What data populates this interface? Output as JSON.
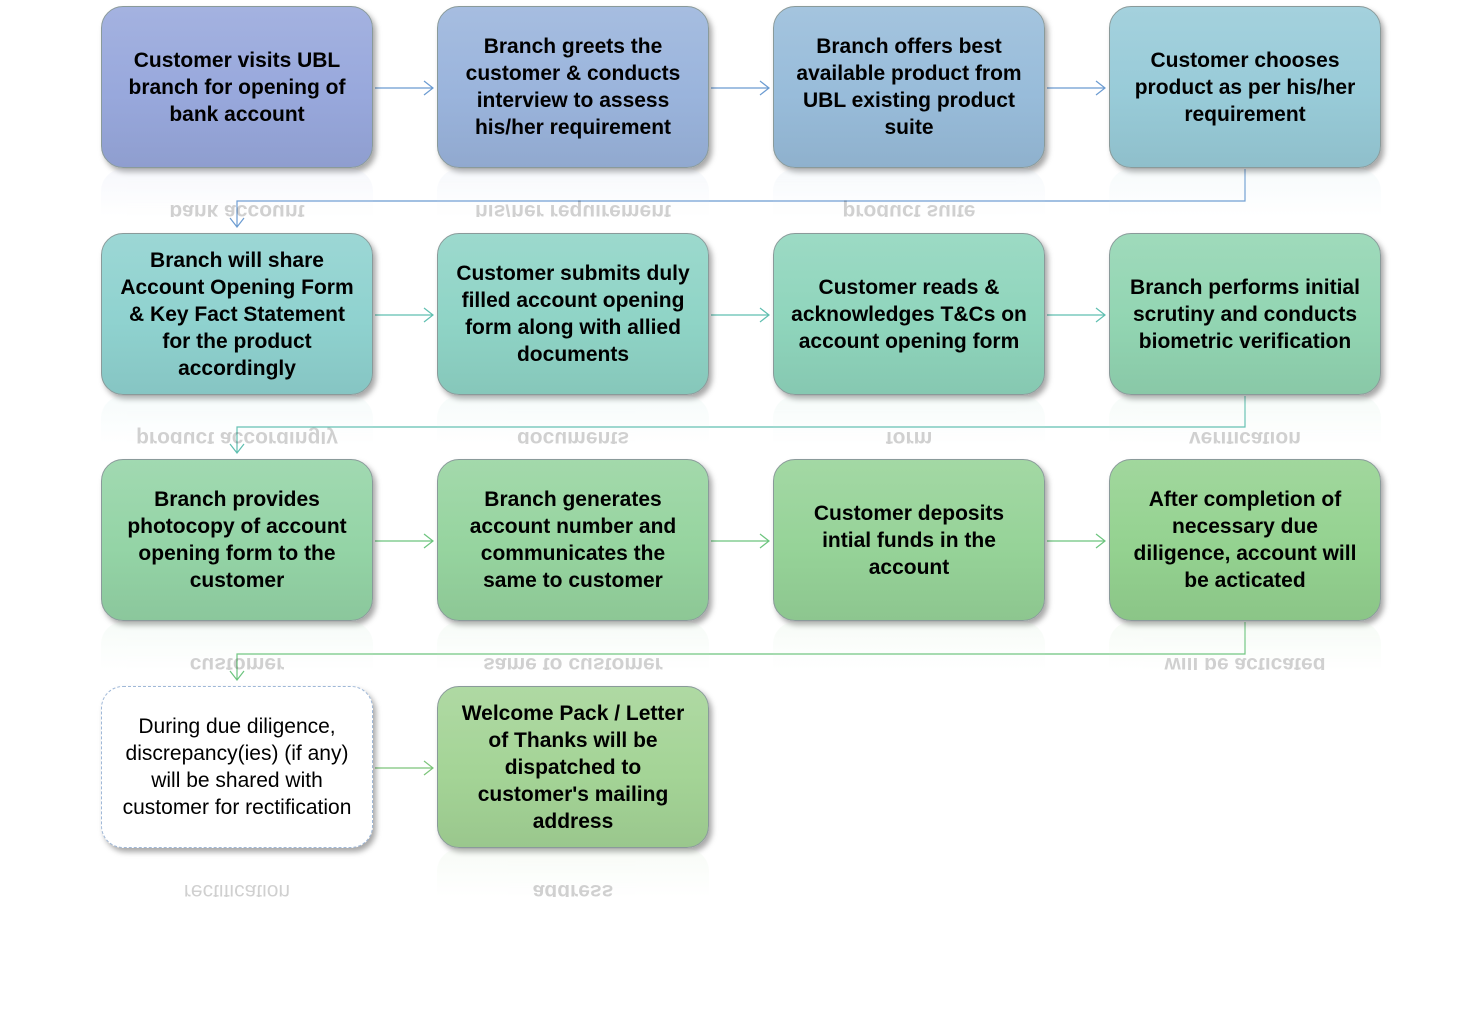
{
  "steps": [
    {
      "text": "Customer visits UBL branch for opening of bank account",
      "color": "#98a8dc"
    },
    {
      "text": "Branch greets the customer & conducts interview to assess his/her requirement",
      "color": "#9ab4dc"
    },
    {
      "text": "Branch offers best available product from UBL existing product suite",
      "color": "#98bcda"
    },
    {
      "text": "Customer chooses product as per his/her requirement",
      "color": "#98cbd8"
    },
    {
      "text": "Branch will share Account Opening Form & Key Fact Statement for the product accordingly",
      "color": "#8fd2cf"
    },
    {
      "text": "Customer submits duly filled account opening form along with allied documents",
      "color": "#8fd4c6"
    },
    {
      "text": "Customer reads & acknowledges T&Cs on account opening form",
      "color": "#8fd5bc"
    },
    {
      "text": "Branch performs initial scrutiny and conducts biometric verification",
      "color": "#92d5b2"
    },
    {
      "text": "Branch provides photocopy of account opening form to the customer",
      "color": "#94d4a6"
    },
    {
      "text": "Branch generates account number and communicates the same to customer",
      "color": "#96d49f"
    },
    {
      "text": "Customer deposits intial funds in the account",
      "color": "#96d398"
    },
    {
      "text": "After completion of necessary due diligence, account will be acticated",
      "color": "#94d290"
    },
    {
      "text": "During due diligence, discrepancy(ies) (if any) will be shared with customer for rectification",
      "color": "#ffffff"
    },
    {
      "text": "Welcome Pack / Letter of Thanks will be dispatched to customer's mailing address",
      "color": "#a4d496"
    }
  ],
  "reflections": [
    "bank account",
    "his/her requirement",
    "product suite",
    "",
    "product accordingly",
    "documents",
    "form",
    "verification",
    "customer",
    "same to customer",
    "",
    "will be acticated",
    "rectification",
    "address"
  ],
  "colors": {
    "connector_row1": "#6b9bd1",
    "connector_row2": "#5fbfb0",
    "connector_row3": "#6cc47e",
    "connector_row4": "#7cc47a"
  }
}
